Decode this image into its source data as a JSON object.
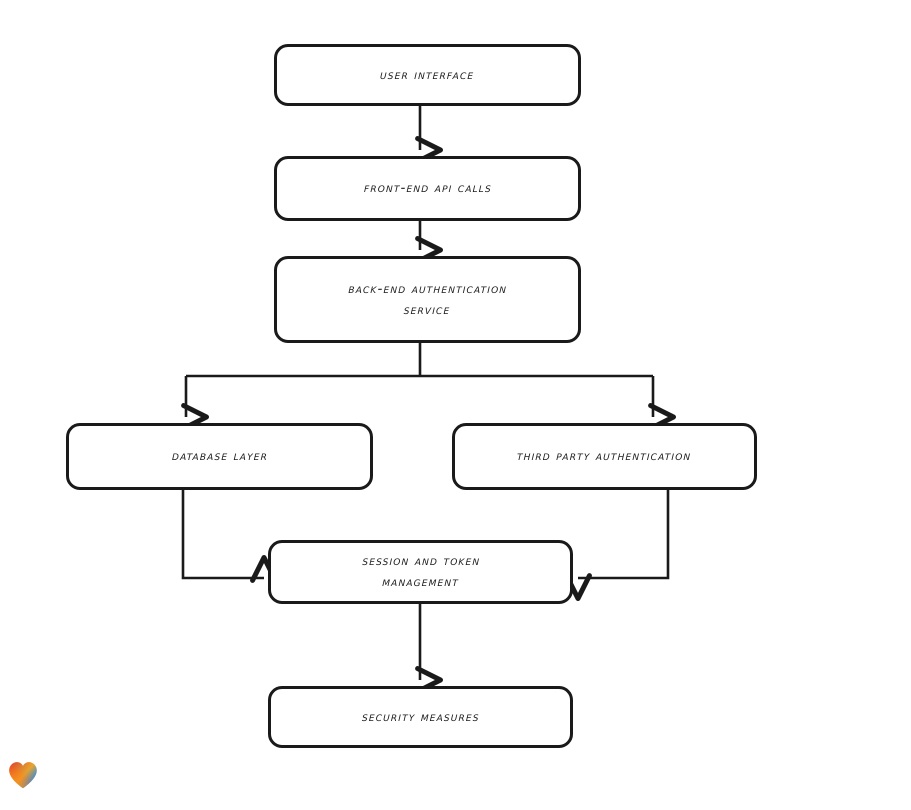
{
  "diagram": {
    "type": "flowchart",
    "orientation": "top-to-bottom",
    "background_color": "#ffffff",
    "stroke_color": "#1a1a1a",
    "nodes": [
      {
        "id": "user-interface",
        "label": "User Interface",
        "shape": "rounded-rectangle"
      },
      {
        "id": "front-end-api-calls",
        "label": "Front-End API Calls",
        "shape": "rounded-rectangle"
      },
      {
        "id": "back-end-authentication-service",
        "label": "Back-End Authentication\nService",
        "shape": "rounded-rectangle"
      },
      {
        "id": "database-layer",
        "label": "Database Layer",
        "shape": "rounded-rectangle"
      },
      {
        "id": "third-party-authentication",
        "label": "Third Party Authentication",
        "shape": "rounded-rectangle"
      },
      {
        "id": "session-and-token-management",
        "label": "Session and Token\nManagement",
        "shape": "rounded-rectangle"
      },
      {
        "id": "security-measures",
        "label": "Security Measures",
        "shape": "rounded-rectangle"
      }
    ],
    "edges": [
      {
        "from": "user-interface",
        "to": "front-end-api-calls",
        "arrow": "down"
      },
      {
        "from": "front-end-api-calls",
        "to": "back-end-authentication-service",
        "arrow": "down"
      },
      {
        "from": "back-end-authentication-service",
        "to": "database-layer",
        "arrow": "down"
      },
      {
        "from": "back-end-authentication-service",
        "to": "third-party-authentication",
        "arrow": "down"
      },
      {
        "from": "database-layer",
        "to": "session-and-token-management",
        "arrow": "right"
      },
      {
        "from": "third-party-authentication",
        "to": "session-and-token-management",
        "arrow": "left"
      },
      {
        "from": "session-and-token-management",
        "to": "security-measures",
        "arrow": "down"
      }
    ]
  },
  "watermark": {
    "icon": "heart-icon",
    "gradient_colors": [
      "#e8322a",
      "#f59222",
      "#f0a11e",
      "#3b8fd8",
      "#12b6c4"
    ]
  }
}
